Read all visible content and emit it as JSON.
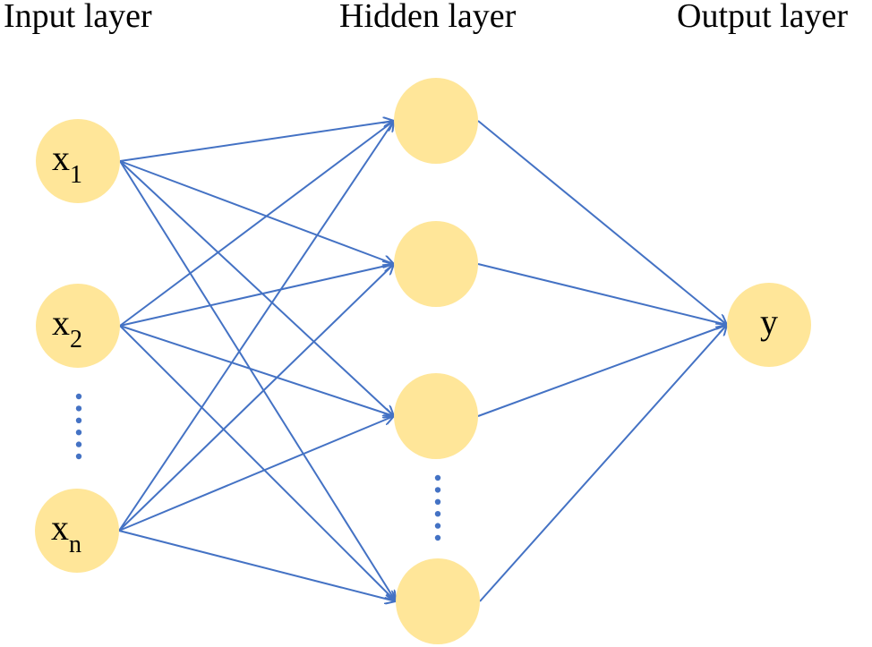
{
  "title": "Neural network architecture",
  "colors": {
    "node_fill": "#FFE699",
    "edge": "#4472C4",
    "dots": "#4472C4",
    "text": "#000000"
  },
  "layers": [
    {
      "id": "input",
      "title": "Input layer",
      "nodes": [
        {
          "id": "x1",
          "base": "x",
          "sub": "1"
        },
        {
          "id": "x2",
          "base": "x",
          "sub": "2"
        },
        {
          "id": "xn",
          "base": "x",
          "sub": "n"
        }
      ],
      "ellipsis_after_index": 1
    },
    {
      "id": "hidden",
      "title": "Hidden layer",
      "nodes": [
        {
          "id": "h1",
          "base": "",
          "sub": ""
        },
        {
          "id": "h2",
          "base": "",
          "sub": ""
        },
        {
          "id": "h3",
          "base": "",
          "sub": ""
        },
        {
          "id": "h4",
          "base": "",
          "sub": ""
        }
      ],
      "ellipsis_after_index": 2
    },
    {
      "id": "output",
      "title": "Output layer",
      "nodes": [
        {
          "id": "y",
          "base": "y",
          "sub": ""
        }
      ]
    }
  ],
  "connections": "fully-connected with arrowheads into each next-layer node"
}
